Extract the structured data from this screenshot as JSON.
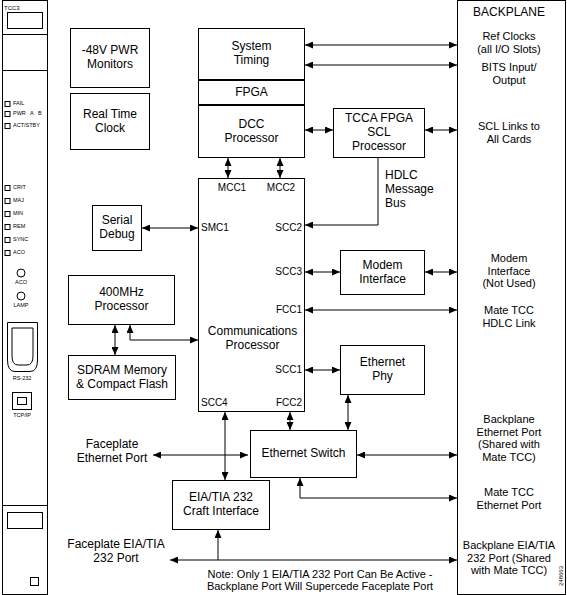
{
  "diagram": {
    "nodes": [
      {
        "text": [
          "-48V PWR Monitors"
        ]
      },
      {
        "text": [
          "System Timing"
        ]
      },
      {
        "text": [
          "BACKPLANE",
          "Ref Clocks (all I/O Slots)",
          "BITS Input/ Output",
          "SCL Links to All Cards",
          "Modem Interface (Not Used)",
          "Mate TCC HDLC Link",
          "Backplane Ethernet Port (Shared with Mate TCC)",
          "Mate TCC Ethernet Port",
          "Backplane EIA/TIA 232 Port (Shared with Mate TCC)"
        ]
      },
      {
        "text": [
          "Real Time Clock"
        ]
      },
      {
        "text": [
          "FPGA"
        ]
      },
      {
        "text": [
          "DCC Processor"
        ]
      },
      {
        "text": [
          "TCCA FPGA SCL Processor"
        ]
      },
      {
        "text": [
          "Serial Debug"
        ]
      },
      {
        "text": [
          "Communications Processor"
        ]
      },
      {
        "text": [
          "Modem Interface"
        ]
      },
      {
        "text": [
          "400MHz Processor"
        ]
      },
      {
        "text": [
          "SDRAM Memory & Compact Flash"
        ]
      },
      {
        "text": [
          "Ethernet Phy"
        ]
      },
      {
        "text": [
          "Ethernet Switch"
        ]
      },
      {
        "text": [
          "EIA/TIA 232 Craft Interface"
        ]
      }
    ],
    "edges": [
      {
        "from": 1,
        "to": 2,
        "arrow": "both"
      },
      {
        "from": 1,
        "to": 2,
        "arrow": "both"
      },
      {
        "from": 5,
        "to": 6,
        "arrow": "both"
      },
      {
        "from": 6,
        "to": 2,
        "arrow": "both"
      },
      {
        "from": 5,
        "to": 8,
        "arrow": "both"
      },
      {
        "from": 5,
        "to": 8,
        "arrow": "both"
      },
      {
        "from": 6,
        "to": 8,
        "label": "HDLC Message Bus",
        "arrow": "to"
      },
      {
        "from": 7,
        "to": 8,
        "arrow": "both"
      },
      {
        "from": 10,
        "to": 11,
        "arrow": "both"
      },
      {
        "from": 8,
        "to": 10,
        "arrow": "both"
      },
      {
        "from": 8,
        "to": 9,
        "arrow": "both"
      },
      {
        "from": 9,
        "to": 2,
        "arrow": "both"
      },
      {
        "from": 8,
        "to": 2,
        "arrow": "both"
      },
      {
        "from": 8,
        "to": 12,
        "arrow": "both"
      },
      {
        "from": 12,
        "to": 13,
        "arrow": "both"
      },
      {
        "from": 8,
        "to": 14,
        "arrow": "both"
      },
      {
        "from": 8,
        "to": 13,
        "arrow": "both"
      },
      {
        "from": 13,
        "to": 2,
        "arrow": "both"
      },
      {
        "from": 13,
        "to": 2,
        "arrow": "both"
      },
      {
        "from": 14,
        "to": 2,
        "arrow": "both"
      }
    ],
    "labels": [
      "TCC3",
      "FAIL",
      "PWR",
      "A",
      "B",
      "ACT/STBY",
      "CRIT",
      "MAJ",
      "MIN",
      "REM",
      "SYNC",
      "ACO",
      "ACO",
      "LAMP",
      "RS-232",
      "TCP/IP",
      "MCC1",
      "MCC2",
      "SMC1",
      "SCC2",
      "SCC3",
      "FCC1",
      "SCC1",
      "SCC4",
      "FCC2",
      "Faceplate Ethernet Port",
      "Faceplate EIA/TIA 232 Port",
      "Note: Only 1 EIA/TIA 232 Port Can Be Active - Backplane Port Will Supercede Faceplate Port",
      "248663"
    ]
  }
}
